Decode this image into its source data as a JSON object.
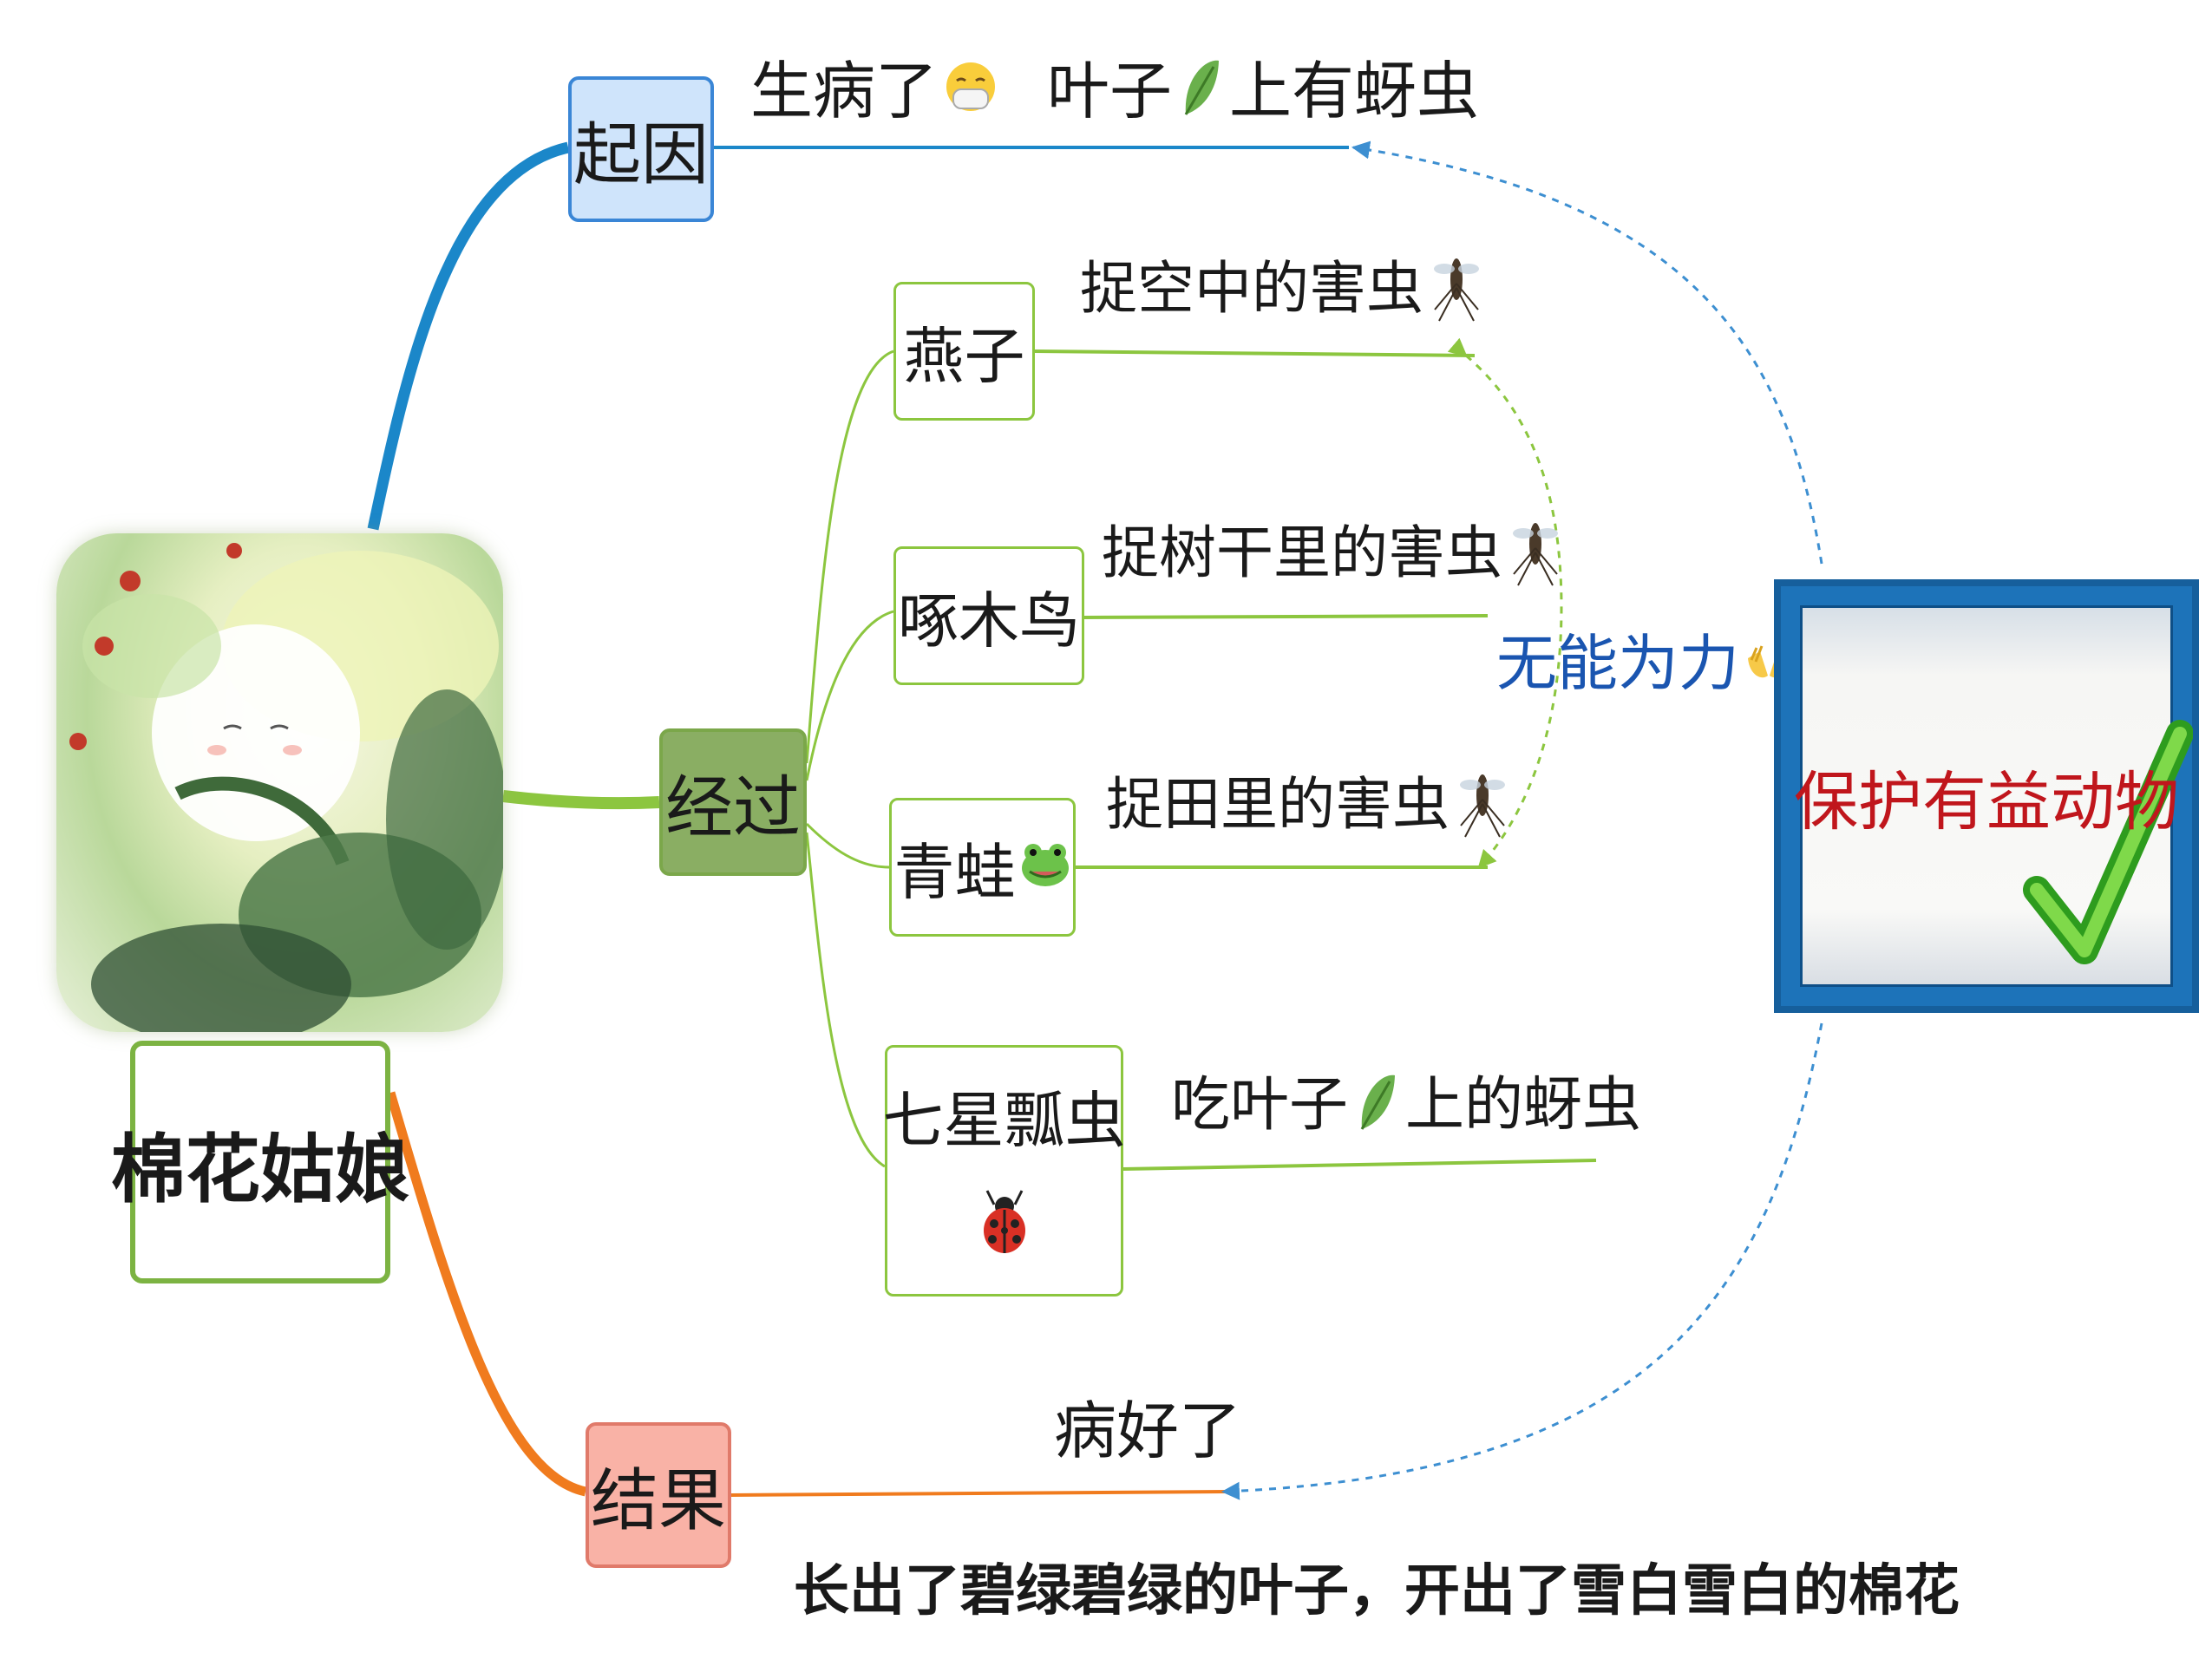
{
  "colors": {
    "cause": "#1b87c9",
    "process": "#8cc63f",
    "result": "#f07b1e",
    "dash_blue": "#3d8fd1",
    "dash_green": "#8cc63f",
    "frame_blue": "#1a6fb3",
    "protect_text": "#c0161c",
    "helpless_text": "#1a55b0"
  },
  "root": {
    "label": "棉花姑娘"
  },
  "branches": {
    "cause": {
      "label": "起因",
      "text_a": "生病了",
      "text_b": "叶子",
      "text_c": "上有蚜虫"
    },
    "process": {
      "label": "经过"
    },
    "result": {
      "label": "结果",
      "text": "病好了",
      "note": "长出了碧绿碧绿的叶子，开出了雪白雪白的棉花"
    }
  },
  "animals": [
    {
      "label": "燕子",
      "action": "捉空中的害虫"
    },
    {
      "label": "啄木鸟",
      "action": "捉树干里的害虫"
    },
    {
      "label": "青蛙",
      "action": "捉田里的害虫"
    },
    {
      "label": "七星瓢虫",
      "action_a": "吃叶子",
      "action_b": "上的蚜虫"
    }
  ],
  "callouts": {
    "helpless": "无能为力",
    "protect": "保护有益动物"
  },
  "icons": [
    "mask-face-icon",
    "leaf-icon",
    "mosquito-icon",
    "frog-icon",
    "ladybug-icon",
    "open-hands-icon",
    "checkmark-icon",
    "cotton-girl-illustration"
  ]
}
